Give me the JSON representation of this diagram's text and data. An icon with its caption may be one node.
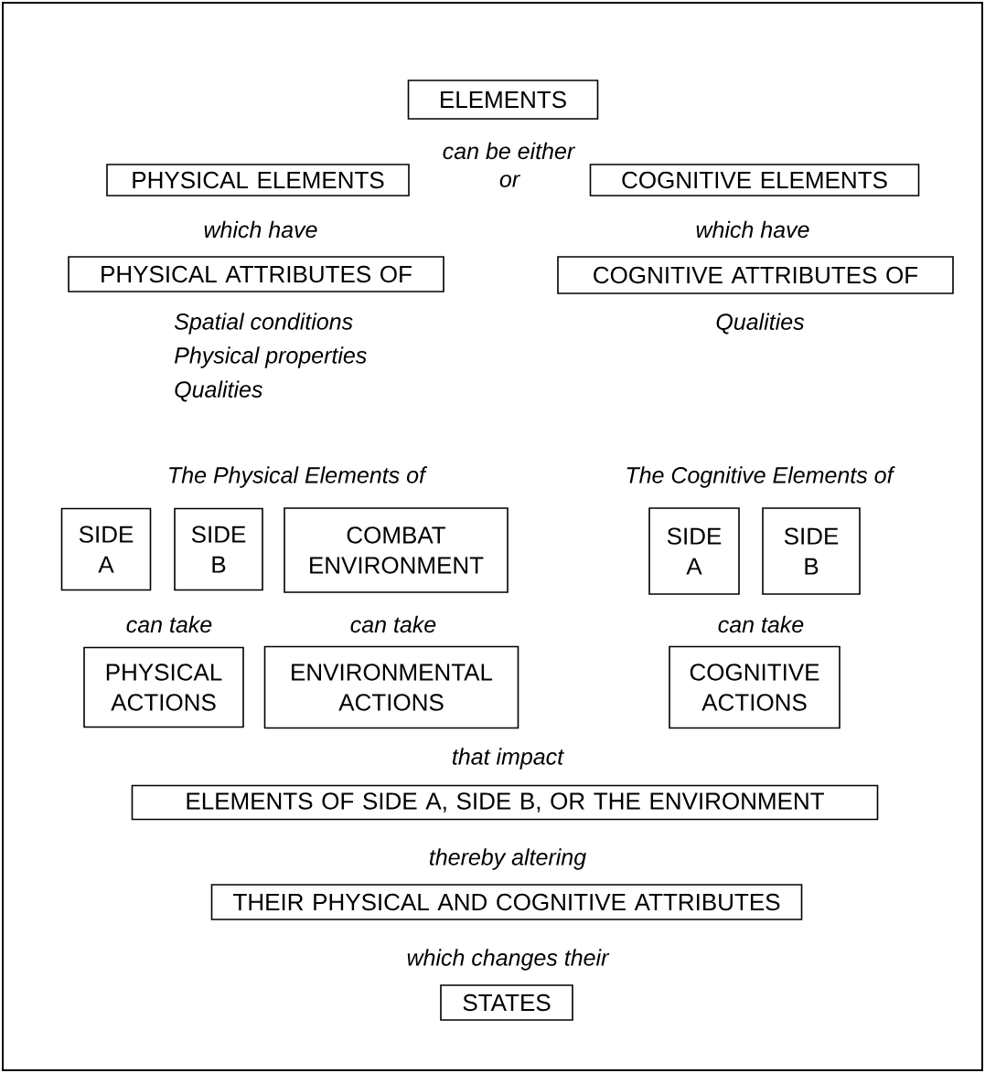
{
  "diagram": {
    "nodes": [
      {
        "text": [
          "ELEMENTS"
        ]
      },
      {
        "text": [
          "PHYSICAL ELEMENTS"
        ]
      },
      {
        "text": [
          "COGNITIVE ELEMENTS"
        ]
      },
      {
        "text": [
          "PHYSICAL ATTRIBUTES OF"
        ]
      },
      {
        "text": [
          "COGNITIVE ATTRIBUTES OF"
        ]
      },
      {
        "text": [
          "SIDE A"
        ]
      },
      {
        "text": [
          "SIDE B"
        ]
      },
      {
        "text": [
          "COMBAT ENVIRONMENT"
        ]
      },
      {
        "text": [
          "SIDE A"
        ]
      },
      {
        "text": [
          "SIDE B"
        ]
      },
      {
        "text": [
          "PHYSICAL ACTIONS"
        ]
      },
      {
        "text": [
          "ENVIRONMENTAL ACTIONS"
        ]
      },
      {
        "text": [
          "COGNITIVE ACTIONS"
        ]
      },
      {
        "text": [
          "ELEMENTS OF SIDE A, SIDE B, OR THE ENVIRONMENT"
        ]
      },
      {
        "text": [
          "THEIR PHYSICAL AND COGNITIVE ATTRIBUTES"
        ]
      },
      {
        "text": [
          "STATES"
        ]
      }
    ],
    "labels": [
      "can be either",
      "or",
      "which have",
      "which have",
      "Spatial conditions",
      "Qualities",
      "Physical properties",
      "Qualities",
      "The Physical Elements of",
      "The Cognitive Elements of",
      "can take",
      "can take",
      "can take",
      "that impact",
      "thereby altering",
      "which changes their"
    ]
  }
}
